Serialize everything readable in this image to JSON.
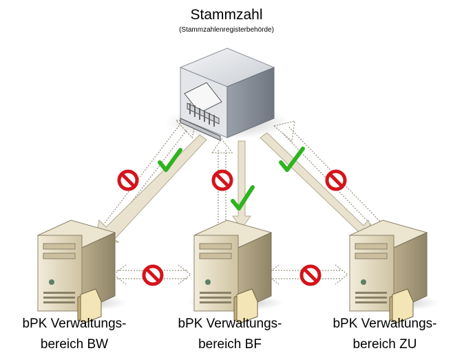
{
  "root": {
    "title": "Stammzahl",
    "subtitle": "(Stammzahlenregisterbehörde)"
  },
  "nodes": [
    {
      "line1": "bPK Verwaltungs-",
      "line2": "bereich BW"
    },
    {
      "line1": "bPK Verwaltungs-",
      "line2": "bereich BF"
    },
    {
      "line1": "bPK Verwaltungs-",
      "line2": "bereich ZU"
    }
  ],
  "colors": {
    "arrow_fill": "#e8e2cf",
    "arrow_stroke": "#b8ae96",
    "check": "#2fb31f",
    "prohibited": "#d4141c",
    "server_body": "#d9ceb0",
    "building_body": "#d8dbe0"
  },
  "icons": {
    "root": "government-building-icon",
    "node": "server-with-folder-icon",
    "allowed": "check-icon",
    "blocked": "prohibited-icon"
  }
}
